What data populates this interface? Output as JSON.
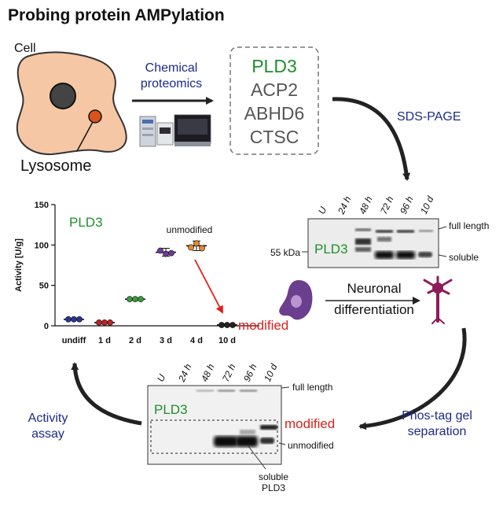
{
  "title": "Probing protein AMPylation",
  "cell": {
    "cell_label": "Cell",
    "lysosome_label": "Lysosome"
  },
  "proteomics": {
    "line1": "Chemical",
    "line2": "proteomics"
  },
  "protein_list": [
    "PLD3",
    "ACP2",
    "ABHD6",
    "CTSC"
  ],
  "step_labels": {
    "sds_page": "SDS-PAGE",
    "phostag_line1": "Phos-tag gel",
    "phostag_line2": "separation",
    "activity_line1": "Activity",
    "activity_line2": "assay",
    "neuronal_line1": "Neuronal",
    "neuronal_line2": "differentiation"
  },
  "sds_blot": {
    "lanes": [
      "U",
      "24 h",
      "48 h",
      "72 h",
      "96 h",
      "10 d"
    ],
    "protein": "PLD3",
    "marker": "55 kDa",
    "full_length": "full length",
    "soluble": "soluble"
  },
  "phos_blot": {
    "lanes": [
      "U",
      "24 h",
      "48 h",
      "72 h",
      "96 h",
      "10 d"
    ],
    "protein": "PLD3",
    "full_length": "full length",
    "modified": "modified",
    "unmodified": "unmodified",
    "soluble_line1": "soluble",
    "soluble_line2": "PLD3"
  },
  "colors": {
    "green": "#1f8f2a",
    "navy": "#1c2a8c",
    "red": "#e0201b",
    "cell_fill": "#f6c7a4",
    "lysosome": "#d9531c",
    "neuron_purple": "#6b3e8e",
    "neuron_magenta": "#8c1c5a"
  },
  "chart_data": {
    "type": "scatter",
    "title": "PLD3",
    "ylabel": "Activity [U/g]",
    "xlabel": "",
    "ylim": [
      0,
      150
    ],
    "yticks": [
      0,
      50,
      100,
      150
    ],
    "categories": [
      "undiff",
      "1 d",
      "2 d",
      "3 d",
      "4 d",
      "10 d"
    ],
    "points": [
      {
        "category": "undiff",
        "values": [
          8,
          8,
          8
        ],
        "mean": 8,
        "color": "#2a3590"
      },
      {
        "category": "1 d",
        "values": [
          4,
          4,
          4
        ],
        "mean": 4,
        "color": "#b9262a"
      },
      {
        "category": "2 d",
        "values": [
          33,
          33,
          33
        ],
        "mean": 33,
        "color": "#3a9a3f"
      },
      {
        "category": "3 d",
        "values": [
          93,
          89,
          90
        ],
        "mean": 91,
        "color": "#6f3a96"
      },
      {
        "category": "4 d",
        "values": [
          97,
          102,
          96
        ],
        "mean": 99,
        "color": "#e08b2c"
      },
      {
        "category": "10 d",
        "values": [
          1,
          1,
          1
        ],
        "mean": 1,
        "color": "#222222"
      }
    ],
    "annotations": {
      "unmodified": "unmodified",
      "modified": "modified"
    }
  }
}
